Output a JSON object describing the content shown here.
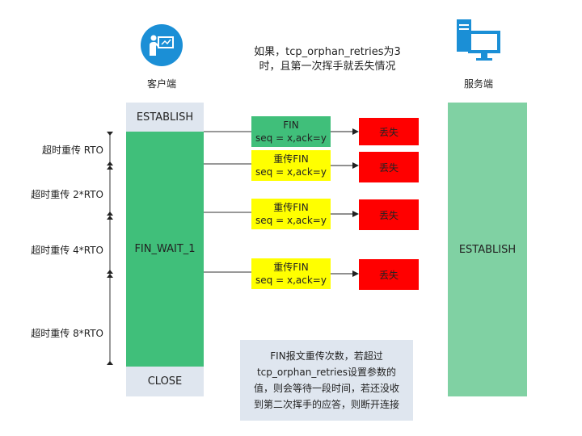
{
  "header": {
    "client_label": "客户端",
    "server_label": "服务端",
    "scenario_note": "如果，tcp_orphan_retries为3\n时，且第一次挥手就丢失情况"
  },
  "client": {
    "state_top": "ESTABLISH",
    "state_middle": "FIN_WAIT_1",
    "state_bottom": "CLOSE"
  },
  "server": {
    "state": "ESTABLISH"
  },
  "messages": [
    {
      "title": "FIN",
      "detail": "seq = x,ack=y",
      "color": "#40bf7a"
    },
    {
      "title": "重传FIN",
      "detail": "seq = x,ack=y",
      "color": "#ffff00"
    },
    {
      "title": "重传FIN",
      "detail": "seq = x,ack=y",
      "color": "#ffff00"
    },
    {
      "title": "重传FIN",
      "detail": "seq = x,ack=y",
      "color": "#ffff00"
    }
  ],
  "lost_label": "丢失",
  "timeouts": [
    "超时重传 RTO",
    "超时重传 2*RTO",
    "超时重传 4*RTO",
    "超时重传 8*RTO"
  ],
  "note": {
    "lines": [
      "FIN报文重传次数，若超过",
      "tcp_orphan_retries设置参数的",
      "值，则会等待一段时间，若还没收",
      "到第二次挥手的应答，则断开连接"
    ]
  },
  "icons": {
    "client": "person-at-board-icon",
    "server": "desktop-computer-icon"
  }
}
